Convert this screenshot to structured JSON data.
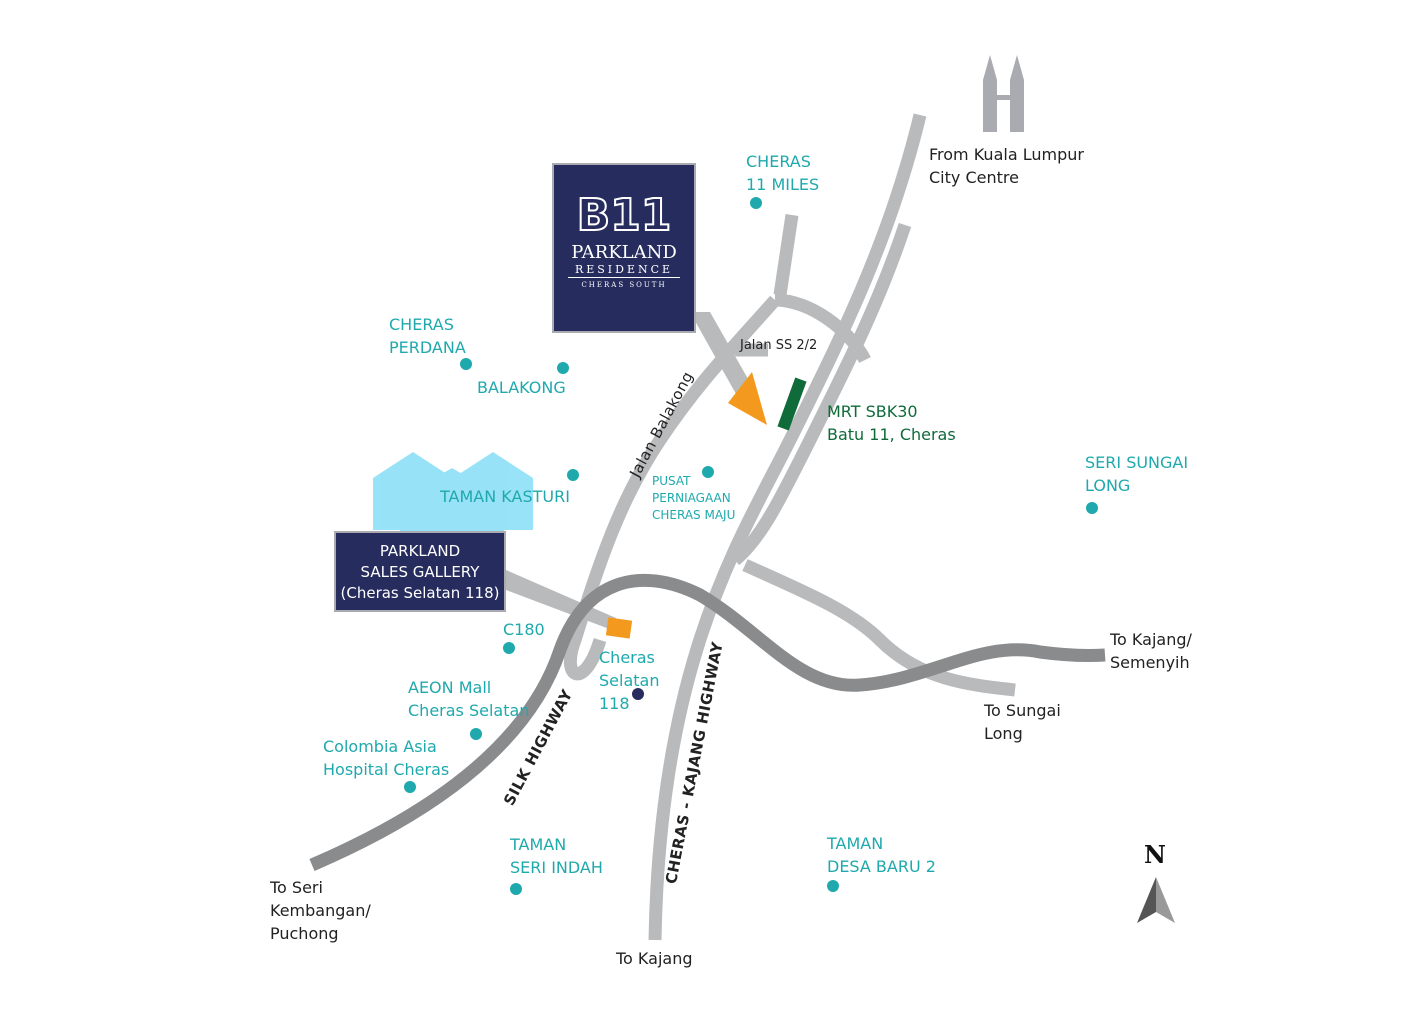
{
  "project_logo": {
    "mark": "B11",
    "name": "PARKLAND",
    "subname": "RESIDENCE",
    "location": "CHERAS SOUTH"
  },
  "sales_gallery": {
    "line1": "PARKLAND",
    "line2": "SALES GALLERY",
    "line3": "(Cheras Selatan 118)"
  },
  "places": [
    {
      "name": "CHERAS\n11 MILES"
    },
    {
      "name": "CHERAS\nPERDANA"
    },
    {
      "name": "BALAKONG"
    },
    {
      "name": "TAMAN KASTURI"
    },
    {
      "name": "PUSAT\nPERNIAGAAN\nCHERAS MAJU"
    },
    {
      "name": "SERI SUNGAI\nLONG"
    },
    {
      "name": "C180"
    },
    {
      "name": "Cheras\nSelatan\n118"
    },
    {
      "name": "AEON Mall\nCheras Selatan"
    },
    {
      "name": "Colombia Asia\nHospital Cheras"
    },
    {
      "name": "TAMAN\nSERI INDAH"
    },
    {
      "name": "TAMAN\nDESA BARU 2"
    }
  ],
  "mrt": "MRT SBK30\nBatu 11, Cheras",
  "roads": {
    "jalan_ss": "Jalan SS 2/2",
    "jalan_balakong": "Jalan Balakong",
    "silk": "SILK HIGHWAY",
    "cheras_kajang": "CHERAS - KAJANG HIGHWAY"
  },
  "directions": {
    "klcc": "From Kuala Lumpur\nCity Centre",
    "kajang_semenyih": "To Kajang/\nSemenyih",
    "sungai_long": "To Sungai\nLong",
    "seri_kembangan": "To Seri\nKembangan/\nPuchong",
    "kajang": "To Kajang"
  },
  "compass": {
    "label": "N"
  },
  "colors": {
    "navy": "#262c5e",
    "teal": "#1fa9ad",
    "orange": "#f39a1e",
    "green": "#0f6b3a",
    "road": "#b9babc",
    "highway": "#8a8b8d"
  }
}
